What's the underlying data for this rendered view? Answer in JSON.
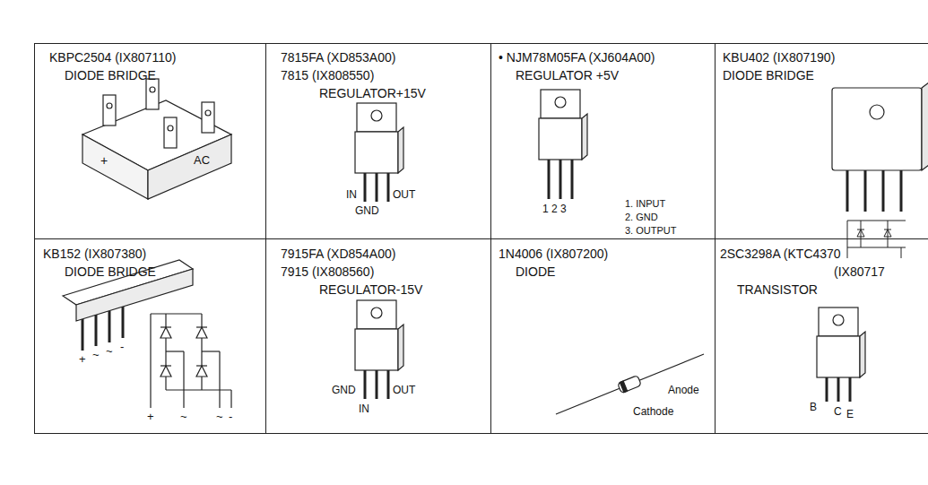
{
  "diagram": {
    "nodes": [
      {
        "text": [
          "KBPC2504 (IX807110)",
          "DIODE BRIDGE"
        ]
      },
      {
        "text": [
          "7815FA (XD853A00)",
          "7815 (IX808550)",
          "REGULATOR+15V"
        ]
      },
      {
        "text": [
          "• NJM78M05FA (XJ604A00)",
          "REGULATOR +5V"
        ]
      },
      {
        "text": [
          "KBU402 (IX807190)",
          "DIODE BRIDGE"
        ]
      },
      {
        "text": [
          "KB152 (IX807380)",
          "DIODE BRIDGE"
        ]
      },
      {
        "text": [
          "7915FA (XD854A00)",
          "7915 (IX808560)",
          "REGULATOR-15V"
        ]
      },
      {
        "text": [
          "1N4006 (IX807200)",
          "DIODE"
        ]
      },
      {
        "text": [
          "2SC3298A (KTC4370",
          "(IX80717",
          "TRANSISTOR"
        ]
      }
    ],
    "labels": [
      "+",
      "AC",
      "IN",
      "GND",
      "OUT",
      "1 2 3",
      "1. INPUT",
      "2. GND",
      "3. OUTPUT",
      "+",
      "~",
      "~",
      "-",
      "+",
      "~",
      "~",
      "-",
      "GND",
      "IN",
      "OUT",
      "Anode",
      "Cathode",
      "B",
      "C",
      "E"
    ]
  }
}
